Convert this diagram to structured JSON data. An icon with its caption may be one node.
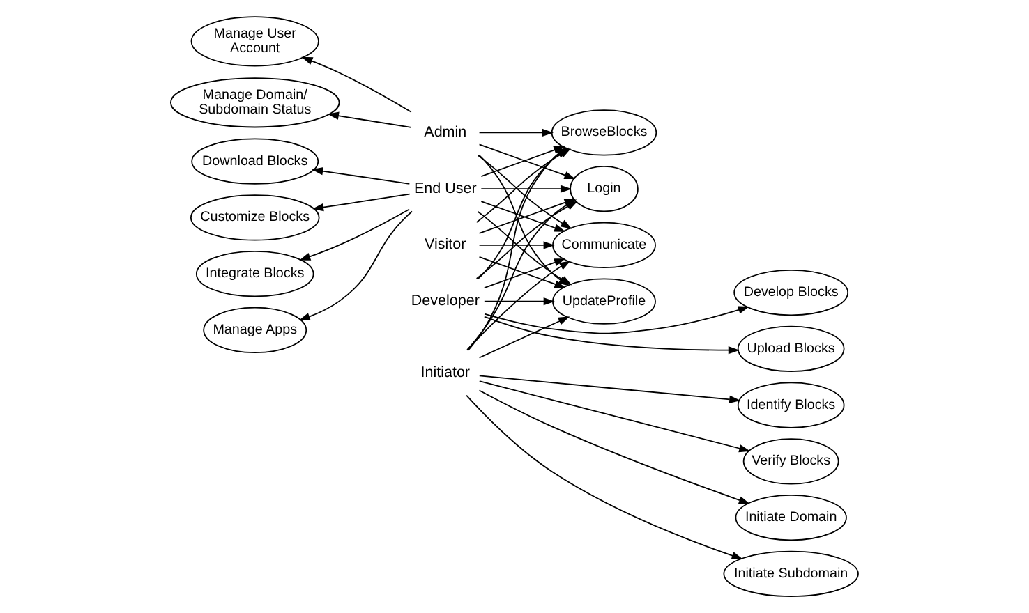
{
  "diagram": {
    "nodes": [
      {
        "text": [
          "Manage User Account"
        ]
      },
      {
        "text": [
          "Manage Domain/ Subdomain Status"
        ]
      },
      {
        "text": [
          "Download Blocks"
        ]
      },
      {
        "text": [
          "Customize Blocks"
        ]
      },
      {
        "text": [
          "Integrate Blocks"
        ]
      },
      {
        "text": [
          "Manage Apps"
        ]
      },
      {
        "text": [
          "Admin"
        ]
      },
      {
        "text": [
          "End User"
        ]
      },
      {
        "text": [
          "BrowseBlocks"
        ]
      },
      {
        "text": [
          "Login"
        ]
      },
      {
        "text": [
          "Communicate"
        ]
      },
      {
        "text": [
          "UpdateProfile"
        ]
      },
      {
        "text": [
          "Initiator"
        ]
      },
      {
        "text": [
          "Developer"
        ]
      },
      {
        "text": [
          "Visitor"
        ]
      },
      {
        "text": [
          "Initiate Domain"
        ]
      },
      {
        "text": [
          "Initiate Subdomain"
        ]
      },
      {
        "text": [
          "Identify Blocks"
        ]
      },
      {
        "text": [
          "Verify Blocks"
        ]
      },
      {
        "text": [
          "Develop Blocks"
        ]
      },
      {
        "text": [
          "Upload Blocks"
        ]
      }
    ],
    "edges": [
      {
        "from": 6,
        "to": 0,
        "arrow": "to"
      },
      {
        "from": 6,
        "to": 1,
        "arrow": "to"
      },
      {
        "from": 6,
        "to": 8,
        "arrow": "to"
      },
      {
        "from": 6,
        "to": 9,
        "arrow": "to"
      },
      {
        "from": 6,
        "to": 10,
        "arrow": "to"
      },
      {
        "from": 6,
        "to": 11,
        "arrow": "to"
      },
      {
        "from": 7,
        "to": 2,
        "arrow": "to"
      },
      {
        "from": 7,
        "to": 3,
        "arrow": "to"
      },
      {
        "from": 7,
        "to": 4,
        "arrow": "to"
      },
      {
        "from": 7,
        "to": 5,
        "arrow": "to"
      },
      {
        "from": 7,
        "to": 8,
        "arrow": "to"
      },
      {
        "from": 7,
        "to": 9,
        "arrow": "to"
      },
      {
        "from": 7,
        "to": 10,
        "arrow": "to"
      },
      {
        "from": 7,
        "to": 11,
        "arrow": "to"
      },
      {
        "from": 12,
        "to": 8,
        "arrow": "to"
      },
      {
        "from": 12,
        "to": 9,
        "arrow": "to"
      },
      {
        "from": 12,
        "to": 10,
        "arrow": "to"
      },
      {
        "from": 12,
        "to": 11,
        "arrow": "to"
      },
      {
        "from": 12,
        "to": 15,
        "arrow": "to"
      },
      {
        "from": 12,
        "to": 16,
        "arrow": "to"
      },
      {
        "from": 12,
        "to": 17,
        "arrow": "to"
      },
      {
        "from": 12,
        "to": 18,
        "arrow": "to"
      },
      {
        "from": 13,
        "to": 8,
        "arrow": "to"
      },
      {
        "from": 13,
        "to": 9,
        "arrow": "to"
      },
      {
        "from": 13,
        "to": 10,
        "arrow": "to"
      },
      {
        "from": 13,
        "to": 11,
        "arrow": "to"
      },
      {
        "from": 13,
        "to": 19,
        "arrow": "to"
      },
      {
        "from": 13,
        "to": 20,
        "arrow": "to"
      },
      {
        "from": 14,
        "to": 8,
        "arrow": "to"
      },
      {
        "from": 14,
        "to": 9,
        "arrow": "to"
      },
      {
        "from": 14,
        "to": 10,
        "arrow": "to"
      },
      {
        "from": 14,
        "to": 11,
        "arrow": "to"
      }
    ]
  }
}
